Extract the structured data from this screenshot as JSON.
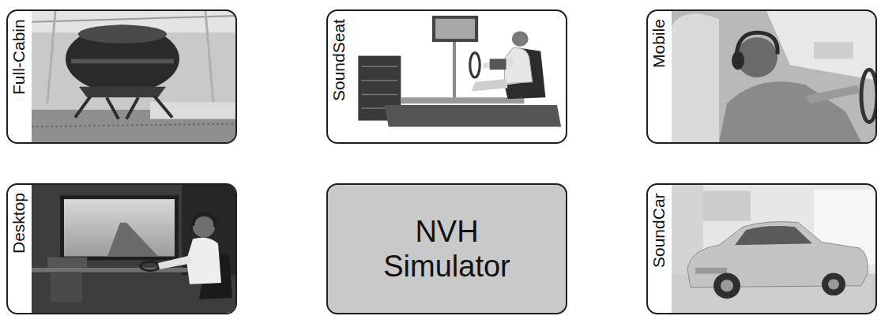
{
  "diagram": {
    "nodes": [
      {
        "text": [
          "Full-Cabin"
        ]
      },
      {
        "text": [
          "SoundSeat"
        ]
      },
      {
        "text": [
          "Mobile"
        ]
      },
      {
        "text": [
          "Desktop"
        ]
      },
      {
        "text": [
          "NVH Simulator"
        ]
      },
      {
        "text": [
          "SoundCar"
        ]
      }
    ]
  }
}
